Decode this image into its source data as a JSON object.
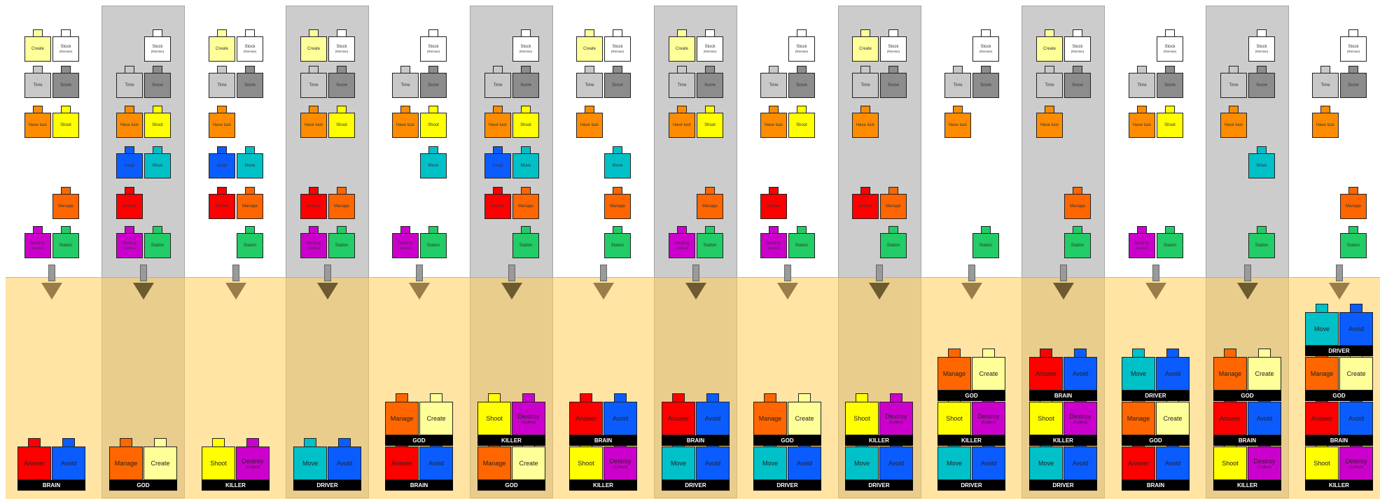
{
  "stripes": [
    2,
    4,
    6,
    8,
    10,
    12,
    14
  ],
  "columns": [
    {
      "top": [
        "Create",
        "Stock",
        "Time",
        "Score",
        "Have luck",
        "Shoot",
        "",
        "",
        "",
        "Manage",
        "Destroy",
        "Station"
      ],
      "stack": [
        [
          "Answer",
          "Avoid",
          "BRAIN"
        ]
      ]
    },
    {
      "top": [
        "",
        "Stock",
        "Time",
        "Score",
        "Have luck",
        "Shoot",
        "Avoid",
        "Move",
        "Answer",
        "",
        "Destroy",
        "Station"
      ],
      "stack": [
        [
          "Manage",
          "Create",
          "GOD"
        ]
      ]
    },
    {
      "top": [
        "Create",
        "Stock",
        "Time",
        "Score",
        "Have luck",
        "",
        "Avoid",
        "Move",
        "Answer",
        "Manage",
        "",
        "Station"
      ],
      "stack": [
        [
          "Shoot",
          "Destroy",
          "KILLER"
        ]
      ]
    },
    {
      "top": [
        "Create",
        "Stock",
        "Time",
        "Score",
        "Have luck",
        "Shoot",
        "",
        "",
        "Answer",
        "Manage",
        "Destroy",
        "Station"
      ],
      "stack": [
        [
          "Move",
          "Avoid",
          "DRIVER"
        ]
      ]
    },
    {
      "top": [
        "",
        "Stock",
        "Time",
        "Score",
        "Have luck",
        "Shoot",
        "",
        "Move",
        "",
        "",
        "Destroy",
        "Station"
      ],
      "stack": [
        [
          "Answer",
          "Avoid",
          "BRAIN"
        ],
        [
          "Manage",
          "Create",
          "GOD"
        ]
      ]
    },
    {
      "top": [
        "",
        "Stock",
        "Time",
        "Score",
        "Have luck",
        "Shoot",
        "Avoid",
        "Move",
        "Answer",
        "Manage",
        "",
        "Station"
      ],
      "stack": [
        [
          "Manage",
          "Create",
          "GOD"
        ],
        [
          "Shoot",
          "Destroy",
          "KILLER"
        ]
      ]
    },
    {
      "top": [
        "Create",
        "Stock",
        "Time",
        "Score",
        "Have luck",
        "",
        "",
        "Move",
        "",
        "Manage",
        "",
        "Station"
      ],
      "stack": [
        [
          "Shoot",
          "Destroy",
          "KILLER"
        ],
        [
          "Answer",
          "Avoid",
          "BRAIN"
        ]
      ]
    },
    {
      "top": [
        "Create",
        "Stock",
        "Time",
        "Score",
        "Have luck",
        "Shoot",
        "",
        "",
        "",
        "Manage",
        "Destroy",
        "Station"
      ],
      "stack": [
        [
          "Move",
          "Avoid",
          "DRIVER"
        ],
        [
          "Answer",
          "Avoid",
          "BRAIN"
        ]
      ]
    },
    {
      "top": [
        "",
        "Stock",
        "Time",
        "Score",
        "Have luck",
        "Shoot",
        "",
        "",
        "Answer",
        "",
        "Destroy",
        "Station"
      ],
      "stack": [
        [
          "Move",
          "Avoid",
          "DRIVER"
        ],
        [
          "Manage",
          "Create",
          "GOD"
        ]
      ]
    },
    {
      "top": [
        "Create",
        "Stock",
        "Time",
        "Score",
        "Have luck",
        "",
        "",
        "",
        "Answer",
        "Manage",
        "",
        "Station"
      ],
      "stack": [
        [
          "Move",
          "Avoid",
          "DRIVER"
        ],
        [
          "Shoot",
          "Destroy",
          "KILLER"
        ]
      ]
    },
    {
      "top": [
        "",
        "Stock",
        "Time",
        "Score",
        "Have luck",
        "",
        "",
        "",
        "",
        "",
        "",
        "Station"
      ],
      "stack": [
        [
          "Move",
          "Avoid",
          "DRIVER"
        ],
        [
          "Shoot",
          "Destroy",
          "KILLER"
        ],
        [
          "Manage",
          "Create",
          "GOD"
        ]
      ]
    },
    {
      "top": [
        "Create",
        "Stock",
        "Time",
        "Score",
        "Have luck",
        "",
        "",
        "",
        "",
        "Manage",
        "",
        "Station"
      ],
      "stack": [
        [
          "Move",
          "Avoid",
          "DRIVER"
        ],
        [
          "Shoot",
          "Destroy",
          "KILLER"
        ],
        [
          "Answer",
          "Avoid",
          "BRAIN"
        ]
      ]
    },
    {
      "top": [
        "",
        "Stock",
        "Time",
        "Score",
        "Have luck",
        "Shoot",
        "",
        "",
        "",
        "",
        "Destroy",
        "Station"
      ],
      "stack": [
        [
          "Answer",
          "Avoid",
          "BRAIN"
        ],
        [
          "Manage",
          "Create",
          "GOD"
        ],
        [
          "Move",
          "Avoid",
          "DRIVER"
        ]
      ]
    },
    {
      "top": [
        "",
        "Stock",
        "Time",
        "Score",
        "Have luck",
        "",
        "",
        "Move",
        "",
        "",
        "",
        "Station"
      ],
      "stack": [
        [
          "Shoot",
          "Destroy",
          "KILLER"
        ],
        [
          "Answer",
          "Avoid",
          "BRAIN"
        ],
        [
          "Manage",
          "Create",
          "GOD"
        ]
      ]
    },
    {
      "top": [
        "",
        "Stock",
        "Time",
        "Score",
        "Have luck",
        "",
        "",
        "",
        "",
        "Manage",
        "",
        "Station"
      ],
      "stack": [
        [
          "Shoot",
          "Destroy",
          "KILLER"
        ],
        [
          "Answer",
          "Avoid",
          "BRAIN"
        ],
        [
          "Manage",
          "Create",
          "GOD"
        ],
        [
          "Move",
          "Avoid",
          "DRIVER"
        ]
      ]
    }
  ],
  "colors": {
    "Create": "#ffff99",
    "Stock": "#ffffff",
    "Time": "#c8c8c8",
    "Score": "#8c8c8c",
    "Have luck": "#ff8c00",
    "Shoot": "#ffff00",
    "Avoid": "#0a5cff",
    "Move": "#00c0c8",
    "Answer": "#ff0000",
    "Manage": "#ff6600",
    "Destroy": "#cc00cc",
    "Station": "#22cc66"
  },
  "subtitles": {
    "Stock": "(Remise)",
    "Destroy": "(Collect)"
  }
}
